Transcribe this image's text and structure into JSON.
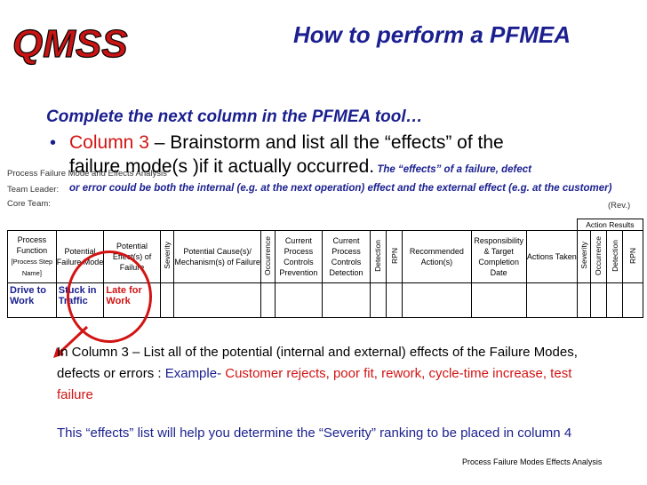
{
  "header": {
    "logo_text": "QMSS",
    "title": "How to perform a PFMEA"
  },
  "content": {
    "subtitle": "Complete the next column in the PFMEA tool…",
    "bullet_prefix": "Column 3",
    "bullet_rest": " – Brainstorm and list all the “effects” of the",
    "bullet_line2": "failure mode(s )if it actually occurred.",
    "note_inline": "The “effects” of a failure, defect",
    "note_rest": "or error could be both the internal (e.g. at the next operation) effect and the external effect (e.g. at the customer)"
  },
  "form": {
    "form_title": "Process Failure Mode and Effects Analysis",
    "team_leader": "Team Leader:",
    "core_team": "Core Team:",
    "rev": "(Rev.)"
  },
  "table": {
    "action_results": "Action Results",
    "headers": {
      "process_function": "Process Function",
      "process_step": "[Process Step Name]",
      "failure_mode": "Potential Failure Mode",
      "effects": "Potential Effect(s) of Failure",
      "severity": "Severity",
      "causes": "Potential Cause(s)/ Mechanism(s) of Failure",
      "occurrence": "Occurrence",
      "prevention": "Current Process Controls Prevention",
      "detection_controls": "Current Process Controls Detection",
      "detection": "Detection",
      "rpn": "RPN",
      "recommended": "Recommended Action(s)",
      "responsibility": "Responsibility & Target Completion Date",
      "actions_taken": "Actions Taken",
      "severity2": "Severity",
      "occurrence2": "Occurrence",
      "detection2": "Detection",
      "rpn2": "RPN"
    },
    "row": {
      "process": "Drive to Work",
      "failure_mode": "Stuck in Traffic",
      "effect": "Late for Work"
    }
  },
  "body_text": {
    "para1_a": "In Column 3 – List all of the potential (internal and external) effects of the Failure Modes, defects or errors : ",
    "para1_example": "Example-",
    "para1_red": " Customer rejects, poor fit, rework, cycle-time increase, test failure",
    "para2": "This “effects” list will help you determine the “Severity” ranking to be placed in column 4"
  },
  "footer": {
    "text": "Process Failure Modes Effects Analysis"
  },
  "colors": {
    "logo_red": "#c81414",
    "navy": "#1a1f8e",
    "red": "#d21414"
  }
}
